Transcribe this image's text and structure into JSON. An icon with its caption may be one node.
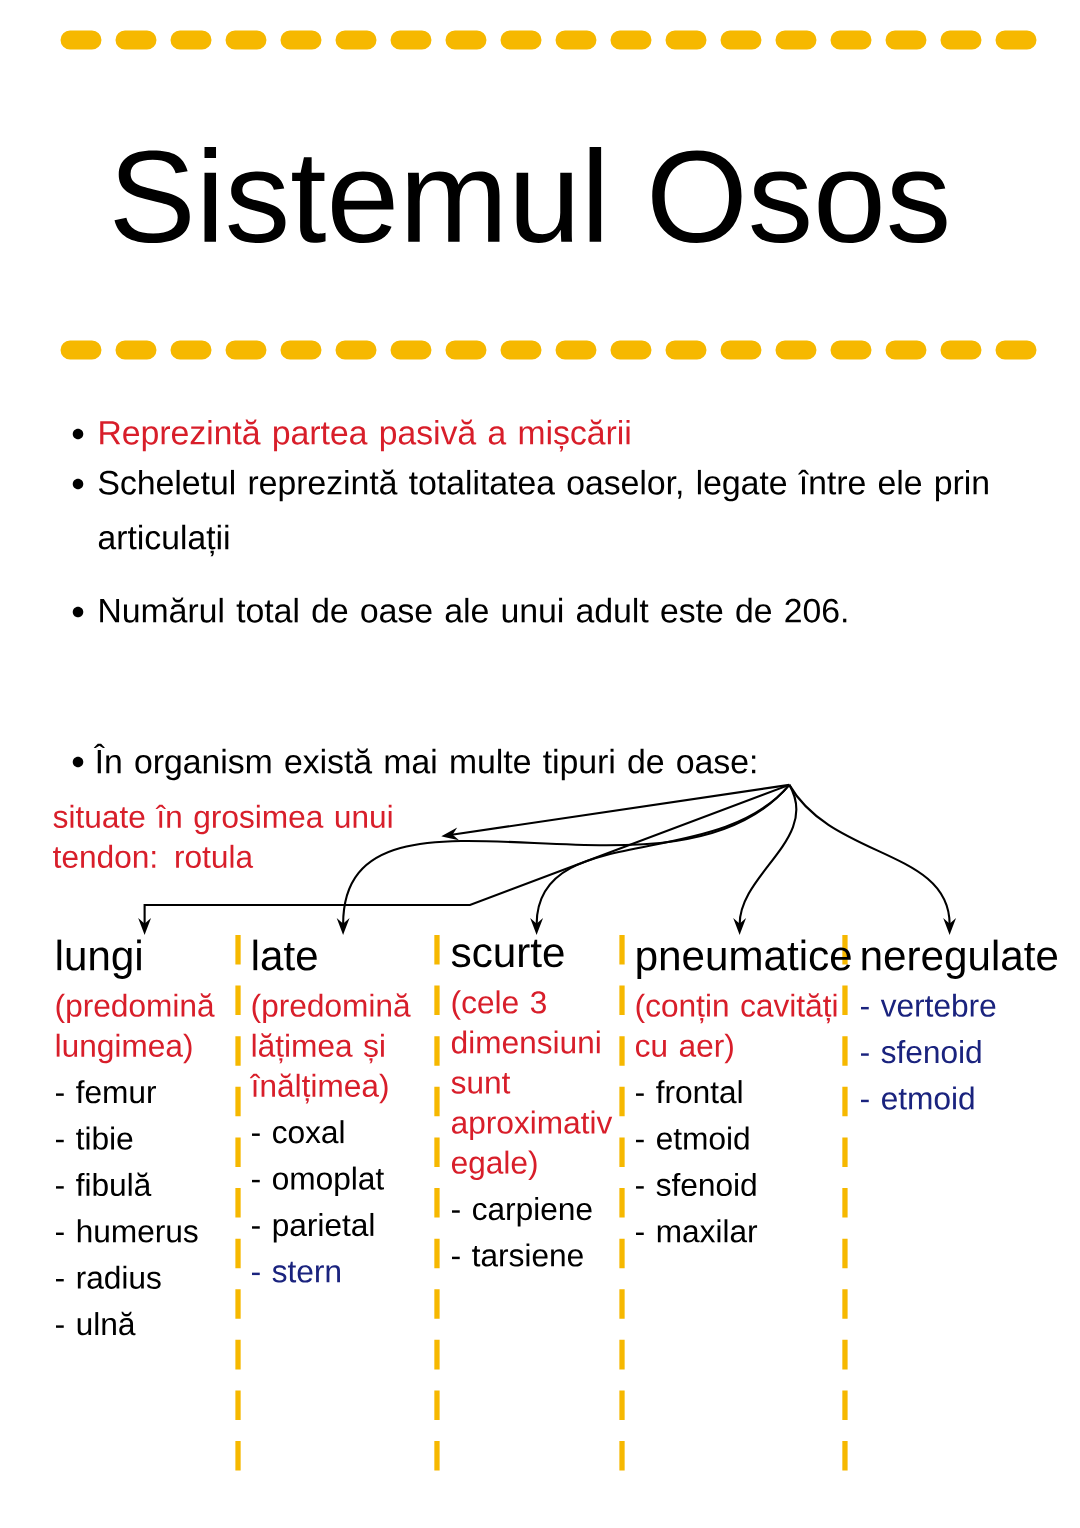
{
  "diagram": {
    "title": "Sistemul Osos",
    "nodes": [
      {
        "text": [
          "În organism există mai multe tipuri de oase:"
        ]
      },
      {
        "text": [
          "situate în grosimea unui tendon: rotula"
        ]
      },
      {
        "text": [
          "lungi",
          "(predomină lungimea)",
          "- femur",
          "- tibie",
          "- fibulă",
          "- humerus",
          "- radius",
          "- ulnă"
        ]
      },
      {
        "text": [
          "late",
          "(predomină lățimea și înălțimea)",
          "- coxal",
          "- omoplat",
          "- parietal",
          "- stern"
        ]
      },
      {
        "text": [
          "scurte",
          "(cele 3 dimensiuni sunt aproximativ egale)",
          "- carpiene",
          "- tarsiene"
        ]
      },
      {
        "text": [
          "pneumatice",
          "(conțin cavități cu aer)",
          "- frontal",
          "- etmoid",
          "- sfenoid",
          "- maxilar"
        ]
      },
      {
        "text": [
          "neregulate",
          "- vertebre",
          "- sfenoid",
          "- etmoid"
        ]
      }
    ],
    "edges": [
      {
        "from": 0,
        "to": 1,
        "arrow": "to"
      },
      {
        "from": 0,
        "to": 2,
        "arrow": "to"
      },
      {
        "from": 0,
        "to": 3,
        "arrow": "to"
      },
      {
        "from": 0,
        "to": 4,
        "arrow": "to"
      },
      {
        "from": 0,
        "to": 5,
        "arrow": "to"
      },
      {
        "from": 0,
        "to": 6,
        "arrow": "to"
      }
    ],
    "labels": [
      "Reprezintă partea pasivă a mișcării",
      "Scheletul reprezintă totalitatea oaselor, legate între ele prin articulații",
      "Numărul total de oase ale unui adult este de 206."
    ]
  }
}
